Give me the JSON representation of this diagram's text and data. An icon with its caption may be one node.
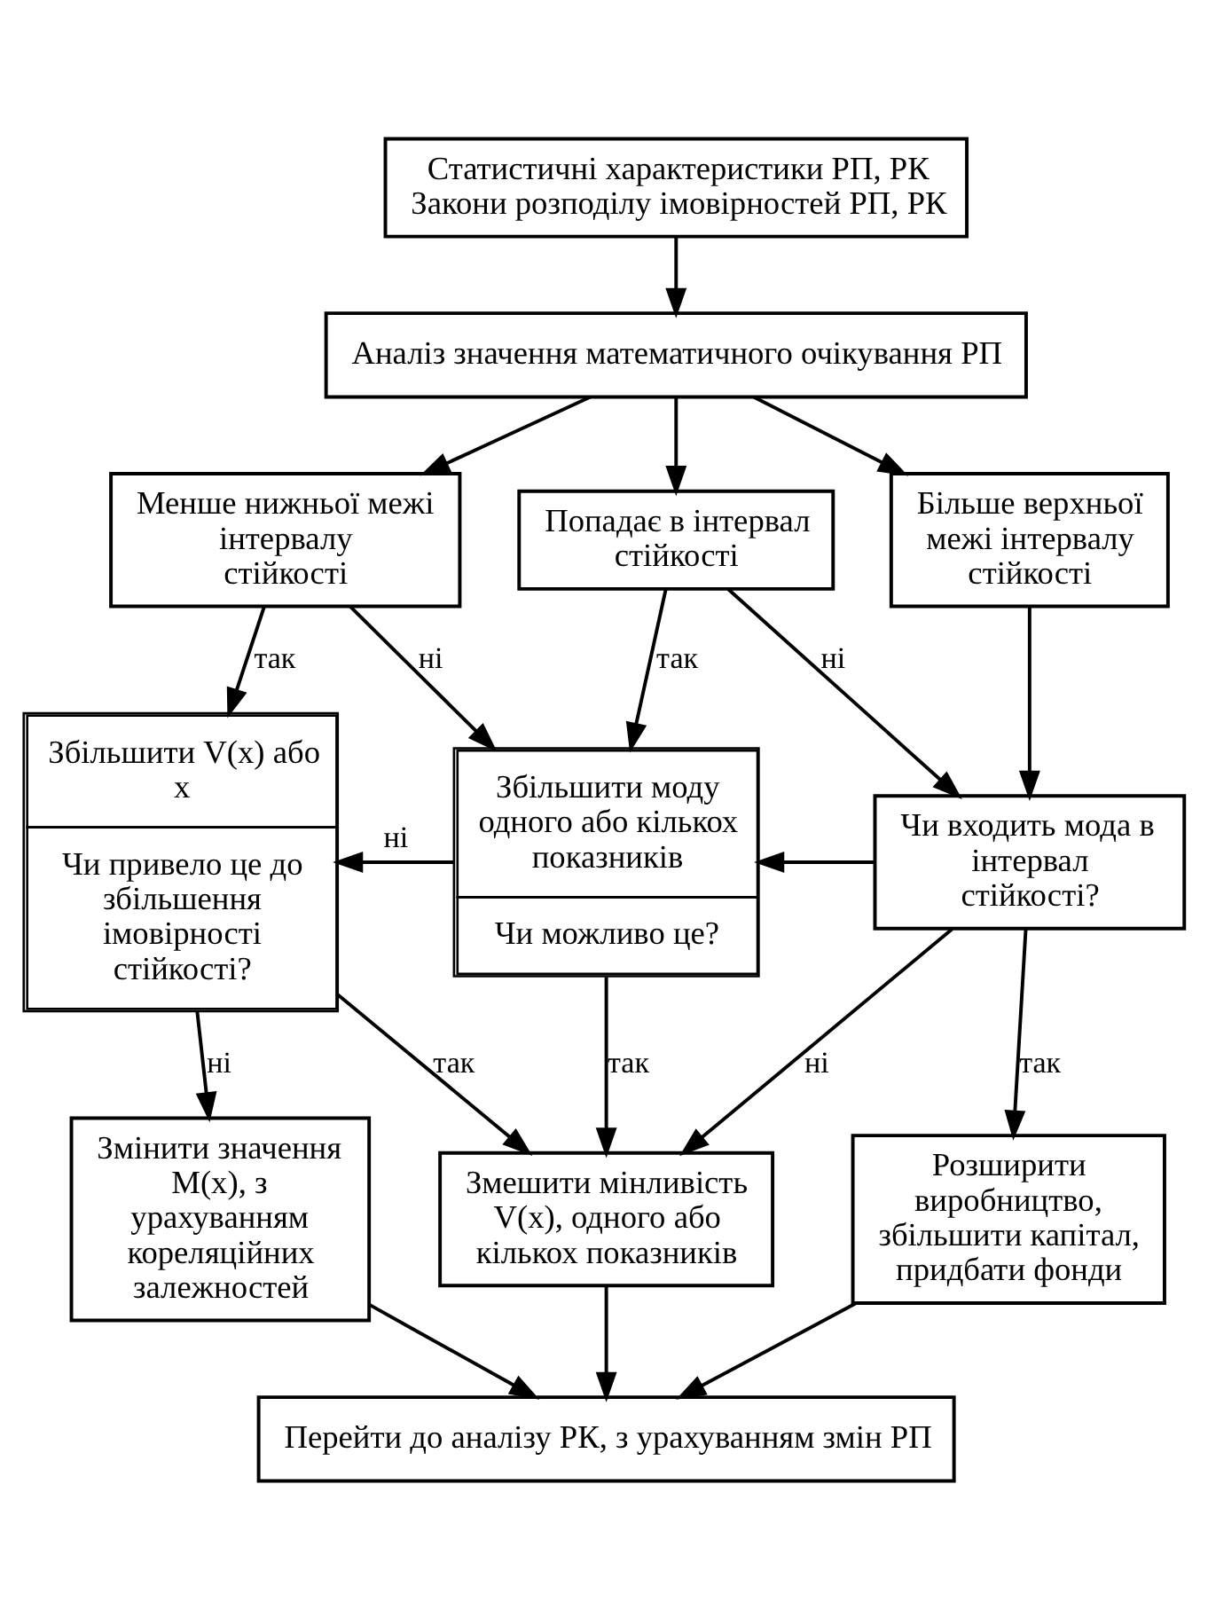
{
  "diagram": {
    "nodes": [
      {
        "text": [
          "Статистичні характеристики РП, РК",
          "Закони розподілу імовірностей РП, РК"
        ]
      },
      {
        "text": [
          "Аналіз значення математичного очікування РП"
        ]
      },
      {
        "text": [
          "Менше нижньої межі інтервалу стійкості"
        ]
      },
      {
        "text": [
          "Попадає в інтервал стійкості"
        ]
      },
      {
        "text": [
          "Більше верхньої межі інтервалу стійкості"
        ]
      },
      {
        "text": [
          "Збільшити V(x) або x",
          "Чи привело це до збільшення імовірності стійкості?"
        ]
      },
      {
        "text": [
          "Збільшити моду одного або кількох показників",
          "Чи можливо це?"
        ]
      },
      {
        "text": [
          "Чи входить мода в інтервал стійкості?"
        ]
      },
      {
        "text": [
          "Змінити значення M(x), з урахуванням кореляційних залежностей"
        ]
      },
      {
        "text": [
          "Змешити мінливість V(x), одного або кількох показників"
        ]
      },
      {
        "text": [
          "Розширити виробництво, збільшити капітал, придбати фонди"
        ]
      },
      {
        "text": [
          "Перейти до аналізу РК, з урахуванням змін РП"
        ]
      }
    ],
    "edges": [
      {
        "from": 0,
        "to": 1,
        "arrow": "to"
      },
      {
        "from": 1,
        "to": 2,
        "arrow": "to"
      },
      {
        "from": 1,
        "to": 3,
        "arrow": "to"
      },
      {
        "from": 1,
        "to": 4,
        "arrow": "to"
      },
      {
        "from": 2,
        "to": 5,
        "arrow": "to",
        "label": "так"
      },
      {
        "from": 2,
        "to": 6,
        "arrow": "to",
        "label": "ні"
      },
      {
        "from": 3,
        "to": 6,
        "arrow": "to",
        "label": "так"
      },
      {
        "from": 3,
        "to": 7,
        "arrow": "to",
        "label": "ні"
      },
      {
        "from": 4,
        "to": 7,
        "arrow": "to"
      },
      {
        "from": 7,
        "to": 6,
        "arrow": "to"
      },
      {
        "from": 7,
        "to": 9,
        "arrow": "to",
        "label": "ні"
      },
      {
        "from": 7,
        "to": 10,
        "arrow": "to",
        "label": "так"
      },
      {
        "from": 6,
        "to": 5,
        "arrow": "to",
        "label": "ні"
      },
      {
        "from": 6,
        "to": 9,
        "arrow": "to",
        "label": "так"
      },
      {
        "from": 5,
        "to": 8,
        "arrow": "to",
        "label": "ні"
      },
      {
        "from": 5,
        "to": 9,
        "arrow": "to",
        "label": "так"
      },
      {
        "from": 8,
        "to": 11,
        "arrow": "to"
      },
      {
        "from": 9,
        "to": 11,
        "arrow": "to"
      },
      {
        "from": 10,
        "to": 11,
        "arrow": "to"
      }
    ]
  }
}
